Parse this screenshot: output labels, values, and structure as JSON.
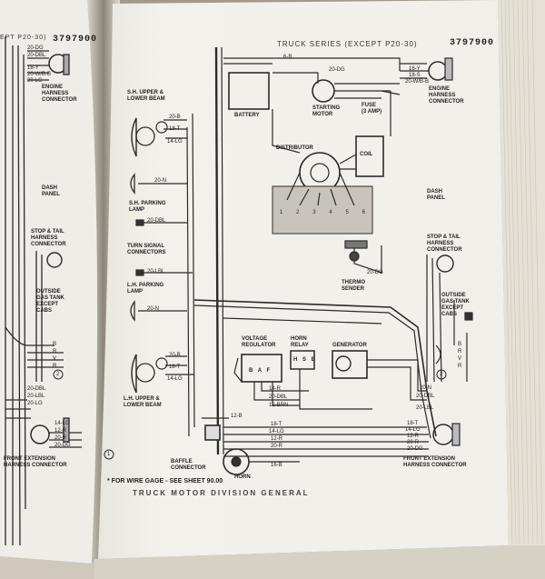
{
  "header": {
    "right_title": "TRUCK SERIES (EXCEPT P20-30)",
    "right_number": "3797900",
    "left_title": "EPT P20-30)",
    "left_number": "3797900"
  },
  "components": {
    "sh_upper_lower_beam": "S.H. UPPER &\nLOWER BEAM",
    "battery": "BATTERY",
    "starting_motor": "STARTING\nMOTOR",
    "fuse": "FUSE\n(3 AMP)",
    "engine_harness_connector": "ENGINE\nHARNESS\nCONNECTOR",
    "distributor": "DISTRIBUTOR",
    "coil": "COIL",
    "distributor_numbers": [
      "1",
      "2",
      "3",
      "4",
      "5",
      "6"
    ],
    "sh_parking_lamp": "S.H. PARKING\nLAMP",
    "turn_signal_connectors": "TURN SIGNAL\nCONNECTORS",
    "lh_parking_lamp": "L.H. PARKING\nLAMP",
    "thermo_sender": "THERMO\nSENDER",
    "dash_panel": "DASH\nPANEL",
    "stop_tail_harness_connector": "STOP & TAIL\nHARNESS\nCONNECTOR",
    "outside_gas_tank": "OUTSIDE\nGAS TANK\nEXCEPT\nCABS",
    "voltage_regulator": "VOLTAGE\nREGULATOR",
    "regulator_terminals": "B A F",
    "horn_relay": "HORN\nRELAY",
    "relay_terminals": "H S B",
    "generator": "GENERATOR",
    "lh_upper_lower_beam": "L.H. UPPER &\nLOWER BEAM",
    "baffle_connector": "BAFFLE\nCONNECTOR",
    "horn": "HORN",
    "front_extension_harness_connector": "FRONT EXTENSION\nHARNESS CONNECTOR",
    "left_front_extension": "FRONT EXTENSION\nHARNESS CONNECTOR",
    "left_engine_harness": "ENGINE\nHARNESS\nCONNECTOR",
    "left_dash_panel": "DASH\nPANEL",
    "left_stop_tail": "STOP & TAIL\nHARNESS\nCONNECTOR",
    "left_outside_gas": "OUTSIDE\nGAS TANK\nEXCEPT\nCABS"
  },
  "wire_labels": {
    "w_6b": "6-B",
    "w_20dg_top": "20-DG",
    "w_16y": "16-Y",
    "w_18s": "18-S",
    "w_20wb": "20-W/B-B",
    "w_20b_upper": "20-B",
    "w_18t_upper": "18-T",
    "w_14lg_upper": "14-LG",
    "w_20n_park": "20-N",
    "w_20dbl_turn": "20-DBL",
    "w_20lbl_turn": "20-LBL",
    "w_20n_lh": "20-N",
    "w_20b_lower": "20-B",
    "w_18t_lower": "18-T",
    "w_14lg_lower": "14-LG",
    "w_12b": "12-B",
    "w_14r": "14-R",
    "w_20dbl_reg": "20-DBL",
    "w_12brn": "12-BRN",
    "w_18t_bottom": "18-T",
    "w_14lg_bottom": "14-LG",
    "w_12r": "12-R",
    "w_20r": "20-R",
    "w_16b": "16-B",
    "w_20dg_thermo": "20-DG",
    "w_20n_right": "20-N",
    "w_20dbl_right": "20-DBL",
    "w_20lbl_right": "20-LBL",
    "w_18t_right": "18-T",
    "w_14lg_right": "14-LG",
    "w_12r_right": "12-R",
    "w_20r_right": "20-R",
    "w_20dg_right": "20-DG",
    "w_b_right": "B",
    "w_r_right": "R",
    "w_v_right": "V",
    "w_r2_right": "R"
  },
  "left_wire_labels": {
    "l_20dg": "20-DG",
    "l_20dbl": "20-DBL",
    "l_18y": "18-Y",
    "l_20wb": "20-W/B-B",
    "l_20lg": "20-LG",
    "l_b": "B",
    "l_r": "R",
    "l_v": "V",
    "l_r2": "R",
    "l_20dbl2": "20-DBL",
    "l_20lbl": "20-LBL",
    "l_20lg2": "20-LG",
    "l_14lg": "14-LG",
    "l_12r": "12-R",
    "l_20r": "20-R",
    "l_20dg2": "20-DG"
  },
  "footnote": "* FOR WIRE GAGE - SEE SHEET 90.00",
  "bottom_strip": "TRUCK    MOTOR    DIVISION    GENERAL",
  "markers": {
    "circle_1": "1",
    "circle_2_left": "2",
    "circle_2_right": "2"
  },
  "colors": {
    "paper": "#f2f0ea",
    "paper_shade": "#e6e2d8",
    "ink": "#2b2b2b",
    "background": "#a19a8c"
  }
}
